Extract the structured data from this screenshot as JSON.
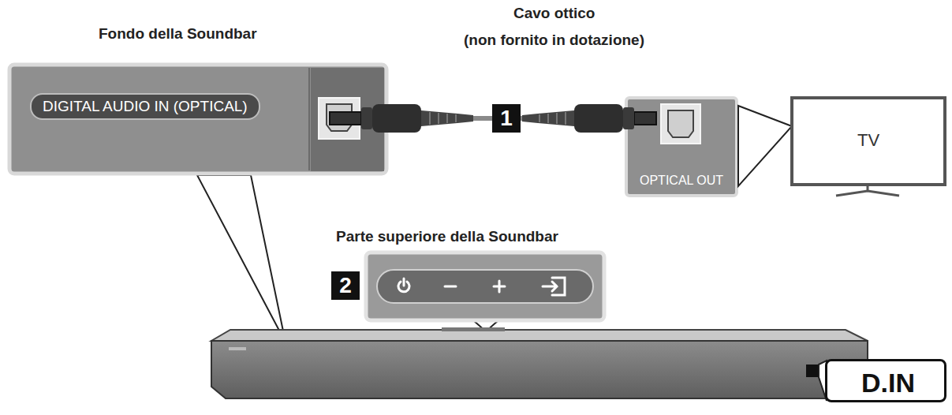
{
  "diagram": {
    "nodes": [
      {
        "text": [
          "Fondo della Soundbar",
          "DIGITAL AUDIO IN (OPTICAL)"
        ]
      },
      {
        "text": [
          "OPTICAL OUT"
        ]
      },
      {
        "text": [
          "TV"
        ]
      },
      {
        "text": [
          "D.IN"
        ]
      }
    ],
    "edges": [
      {
        "from": 0,
        "to": 1,
        "arrow": "none",
        "label": "1"
      }
    ],
    "labels": [
      "Cavo ottico",
      "(non fornito in dotazione)",
      "Parte superiore della Soundbar",
      "2"
    ]
  }
}
